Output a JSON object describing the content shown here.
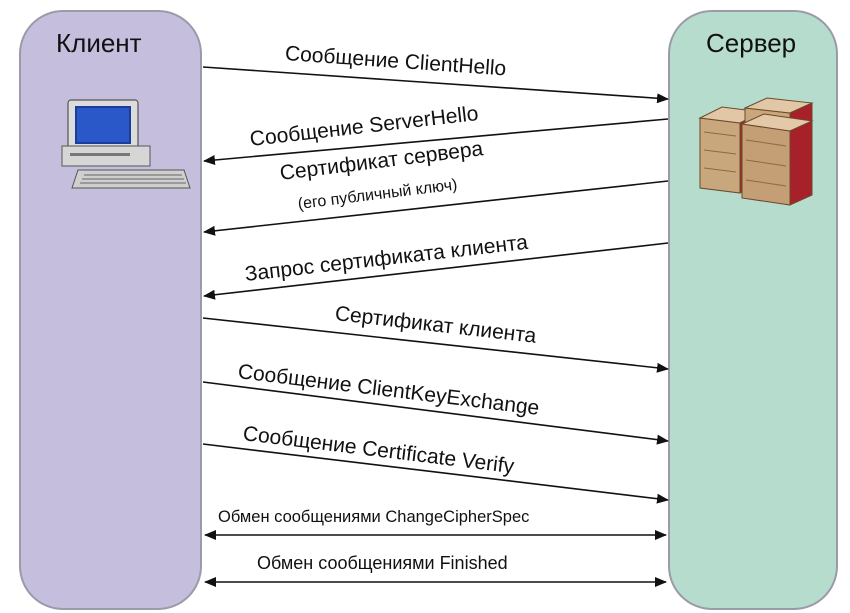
{
  "client": {
    "title": "Клиент",
    "icon": "desktop-computer-icon",
    "color": "#c5bedd"
  },
  "server": {
    "title": "Сервер",
    "icon": "server-rack-icon",
    "color": "#b6dccd"
  },
  "messages": [
    {
      "id": "client-hello",
      "label": "Сообщение ClientHello",
      "direction": "to-server"
    },
    {
      "id": "server-hello",
      "label": "Сообщение ServerHello",
      "direction": "to-client"
    },
    {
      "id": "server-certificate",
      "label": "Сертификат сервера",
      "sublabel": "(его публичный ключ)",
      "direction": "to-client"
    },
    {
      "id": "client-cert-request",
      "label": "Запрос сертификата клиента",
      "direction": "to-client"
    },
    {
      "id": "client-certificate",
      "label": "Сертификат клиента",
      "direction": "to-server"
    },
    {
      "id": "client-key-exchange",
      "label": "Сообщение ClientKeyExchange",
      "direction": "to-server"
    },
    {
      "id": "certificate-verify",
      "label": "Сообщение Certificate Verify",
      "direction": "to-server"
    },
    {
      "id": "change-cipher-spec",
      "label": "Обмен сообщениями ChangeCipherSpec",
      "direction": "both"
    },
    {
      "id": "finished",
      "label": "Обмен сообщениями  Finished",
      "direction": "both"
    }
  ]
}
